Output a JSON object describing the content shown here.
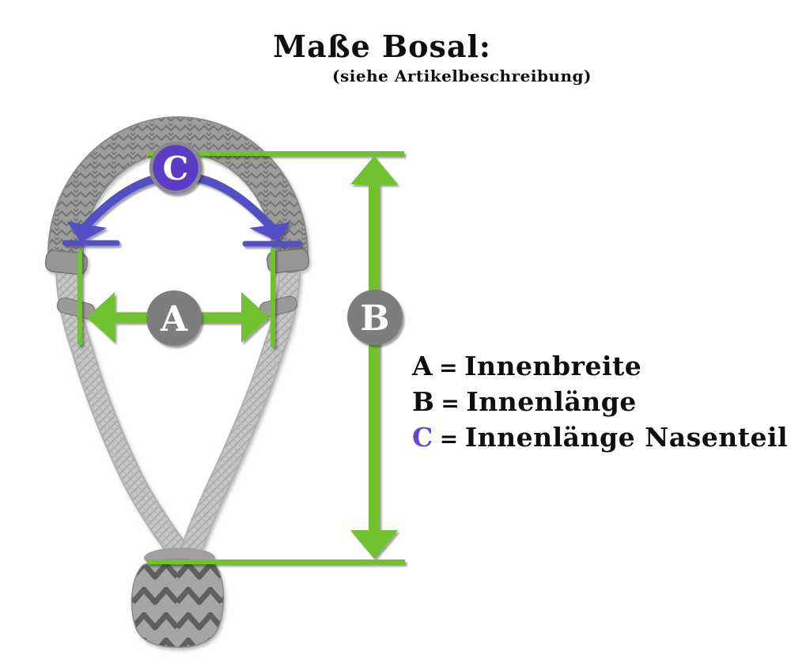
{
  "title": "Maße Bosal:",
  "subtitle": "(siehe Artikelbeschreibung)",
  "badges": {
    "a": "A",
    "b": "B",
    "c": "C"
  },
  "legend": {
    "separator": "=",
    "items": [
      {
        "key": "A",
        "label": "Innenbreite"
      },
      {
        "key": "B",
        "label": "Innenlänge"
      },
      {
        "key": "C",
        "label": "Innenlänge Nasenteil"
      }
    ]
  },
  "colors": {
    "green": "#6fc22f",
    "purple_badge": "#5a3cc4",
    "purple_arrow": "#5250c6",
    "purple_text": "#6647d0",
    "badge_gray": "#7d7d7d",
    "rope_light": "#c6c6c6",
    "rope_mid": "#9d9d9d",
    "rope_edge": "#8a8a8a",
    "knot_base": "#a6a6a6",
    "knot_dark": "#5e5e5e",
    "text": "#0e0e0e"
  }
}
